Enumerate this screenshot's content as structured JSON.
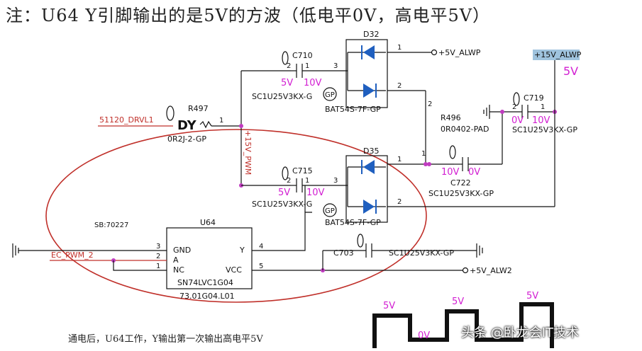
{
  "title": "注：U64 Y引脚输出的是5V的方波（低电平0V，高电平5V）",
  "caption": "通电后，U64工作，Y输出第一次输出高电平5V",
  "watermark": "头条 @卧龙会IT技术",
  "nets": {
    "drvl": "51120_DRVL1",
    "pwm_vert": "+15V_PWM",
    "ec_pwm": "EC_PWM_2",
    "alwp5": "+5V_ALWP",
    "alwp15": "+15V_ALWP",
    "alw2": "+5V_ALW2",
    "sb": "SB:70227"
  },
  "components": {
    "r497": {
      "ref": "R497",
      "value": "0R2J-2-GP",
      "mark": "DY",
      "pin": "1"
    },
    "c710": {
      "ref": "C710",
      "value": "SC1U25V3KX-G",
      "left_v": "5V",
      "right_v": "10V",
      "pin2": "2",
      "pin1": "1"
    },
    "d32": {
      "ref": "D32",
      "value": "BAT54S-7F-GP",
      "pin1": "1",
      "pin2": "2",
      "pin3": "3"
    },
    "c715": {
      "ref": "C715",
      "value": "SC1U25V3KX-G",
      "left_v": "5V",
      "right_v": "10V",
      "pin2": "2",
      "pin1": "1"
    },
    "d35": {
      "ref": "D35",
      "value": "BAT54S-7F-GP",
      "pin1": "1",
      "pin2": "2",
      "pin3": "3"
    },
    "r496": {
      "ref": "R496",
      "value": "0R0402-PAD",
      "pin2": "2",
      "pin1": "1"
    },
    "c722": {
      "ref": "C722",
      "value": "SC1U25V3KX-GP",
      "left_v": "10V",
      "right_v": "0V"
    },
    "c719": {
      "ref": "C719",
      "value": "SC1U25V3KX-GP",
      "left_v": "0V",
      "right_v": "10V",
      "pin2": "2",
      "pin1": "1"
    },
    "c703": {
      "ref": "C703",
      "value": "SC1U25V3KX-GP"
    },
    "u64": {
      "ref": "U64",
      "part": "SN74LVC1G04",
      "code": "73.01G04.L01",
      "pins": {
        "gnd": "GND",
        "a": "A",
        "nc": "NC",
        "y": "Y",
        "vcc": "VCC"
      },
      "pin_numbers": {
        "gnd": "3",
        "a": "2",
        "nc": "1",
        "y": "4",
        "vcc": "5"
      }
    },
    "gp_mark": "GP"
  },
  "voltage_15": "5V",
  "waveform": {
    "high": "5V",
    "low": "0V",
    "levels": [
      "5V",
      "0V",
      "5V",
      "5V"
    ]
  },
  "colors": {
    "annotation": "#d21fd2",
    "net_red": "#c0302a",
    "highlight": "#9fc3de"
  }
}
